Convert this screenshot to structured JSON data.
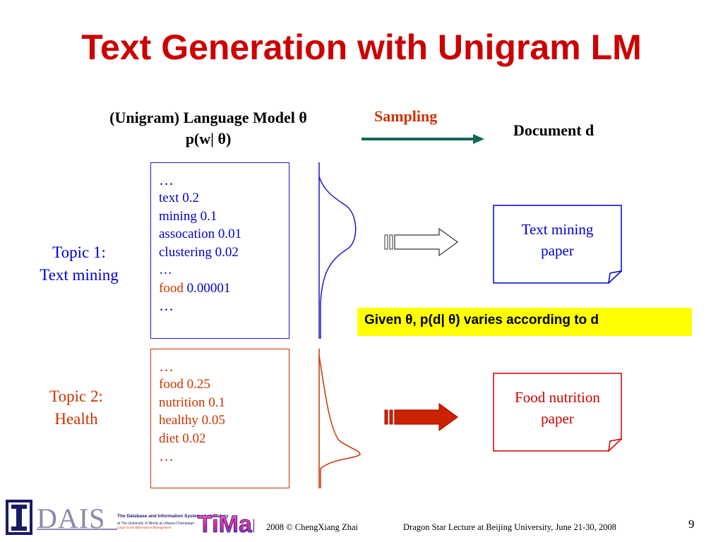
{
  "title": "Text Generation with Unigram LM",
  "header": {
    "lm_line1": "(Unigram) Language Model  θ",
    "lm_line2": "p(w| θ)",
    "sampling": "Sampling",
    "document": "Document d"
  },
  "topic1": {
    "label_line1": "Topic 1:",
    "label_line2": "Text mining",
    "words": [
      "…",
      "text  0.2",
      "mining 0.1",
      "assocation 0.01",
      "clustering 0.02",
      "…"
    ],
    "food_word": "food",
    "food_prob": "0.00001",
    "trailing": "…",
    "paper_line1": "Text mining",
    "paper_line2": "paper"
  },
  "topic2": {
    "label_line1": "Topic 2:",
    "label_line2": "Health",
    "words": [
      "…",
      "food 0.25",
      "nutrition 0.1",
      "healthy 0.05",
      "diet 0.02",
      "…"
    ],
    "paper_line1": "Food nutrition",
    "paper_line2": "paper"
  },
  "note": "Given θ, p(d| θ) varies according to d",
  "footer": {
    "dais_line": "The Database and Information Systems Laboratory",
    "dais_sub1": "at The University of Illinois at Urbana-Champaign",
    "dais_sub2": "Large Scale Information Management",
    "copyright": "2008  © ChengXiang Zhai",
    "lecture": "Dragon Star Lecture at Beijing University, June 21-30, 2008",
    "page": "9"
  },
  "colors": {
    "title": "#cc0000",
    "topic1": "#0000cc",
    "topic2": "#cc3300",
    "arrow": "#116655",
    "highlight": "#ffff00"
  }
}
